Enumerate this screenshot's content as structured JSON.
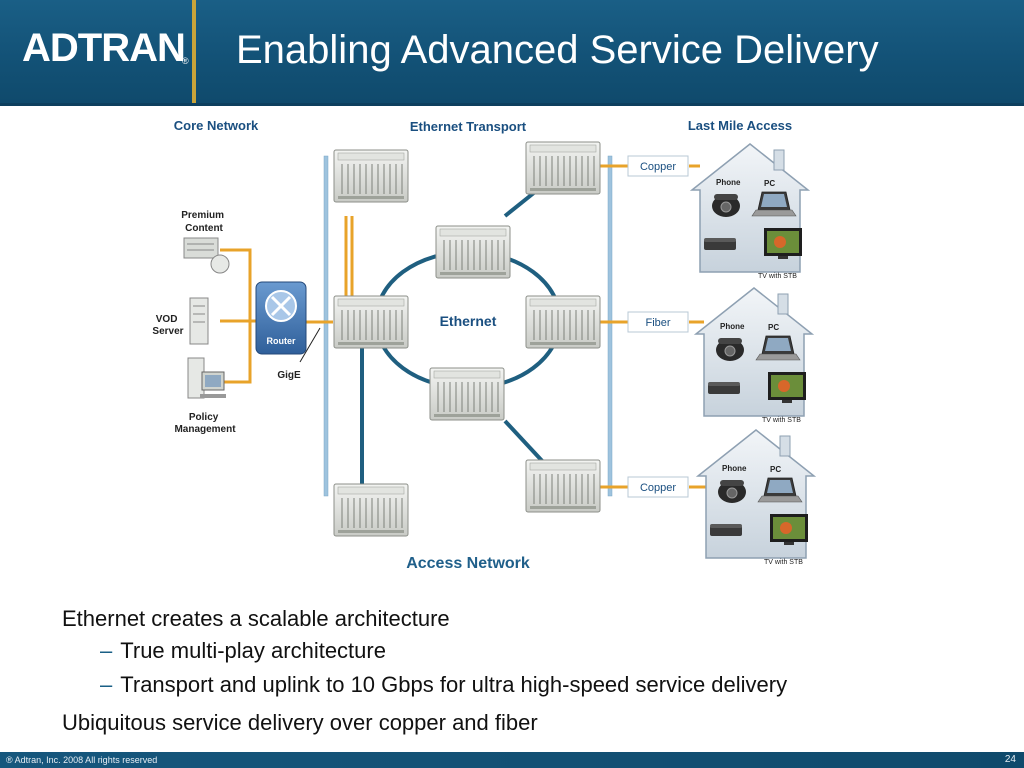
{
  "header": {
    "logo_text": "ADTRAN",
    "logo_reg": "®",
    "title": "Enabling Advanced Service Delivery"
  },
  "diagram": {
    "section_core": "Core Network",
    "section_transport": "Ethernet Transport",
    "section_access": "Last Mile Access",
    "premium_content": [
      "Premium",
      "Content"
    ],
    "vod_server": [
      "VOD",
      "Server"
    ],
    "policy_management": [
      "Policy",
      "Management"
    ],
    "router": "Router",
    "gige": "GigE",
    "ethernet": "Ethernet",
    "access_network": "Access Network",
    "links": [
      "Copper",
      "Fiber",
      "Copper"
    ],
    "home_phone": "Phone",
    "home_pc": "PC",
    "home_tv": "TV with STB"
  },
  "bullets": {
    "main1": "Ethernet creates a scalable architecture",
    "sub1": "True multi-play architecture",
    "sub2": "Transport and uplink to 10 Gbps for ultra high-speed service delivery",
    "main2": "Ubiquitous service delivery over copper and fiber",
    "dash": "–"
  },
  "footer": {
    "copyright": "® Adtran, Inc. 2008 All rights reserved",
    "page_number": "24"
  },
  "colors": {
    "header_blue": "#135277",
    "accent_gold": "#c9a43a",
    "ring_blue": "#1f5f80",
    "gige_orange": "#e8a32a",
    "access_blue": "#2a6f9a"
  }
}
